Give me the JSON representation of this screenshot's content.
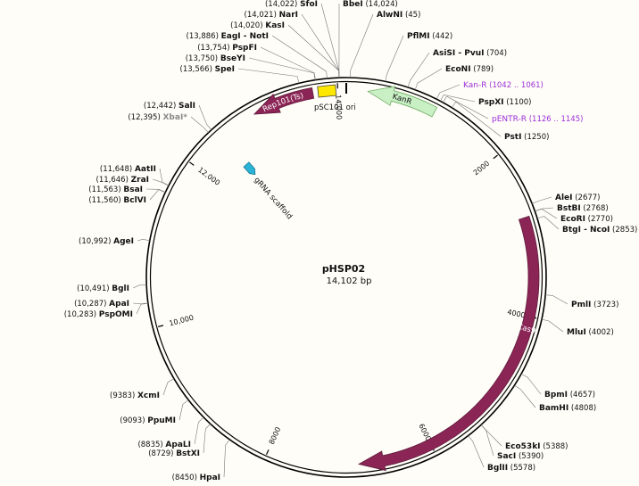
{
  "plasmid": {
    "name": "pHSP02",
    "size_label": "14,102 bp",
    "length": 14102
  },
  "colors": {
    "backbone": "#000000",
    "cas9": "#8b2556",
    "rep101": "#8b2556",
    "kanr": "#c9efc4",
    "kanr_stroke": "#6fae66",
    "psc101": "#ffe800",
    "grna": "#2bb3d8",
    "leader": "#777777"
  },
  "ticks": [
    {
      "pos": 0,
      "label": ""
    },
    {
      "pos": 2000,
      "label": "2000"
    },
    {
      "pos": 4000,
      "label": "4000"
    },
    {
      "pos": 6000,
      "label": "6000"
    },
    {
      "pos": 8000,
      "label": "8000"
    },
    {
      "pos": 10000,
      "label": "10,000"
    },
    {
      "pos": 12000,
      "label": "12,000"
    },
    {
      "pos": 14000,
      "label": "14,000"
    }
  ],
  "features": [
    {
      "id": "cas9",
      "name": "Cas9",
      "start": 2800,
      "end": 6900,
      "dir": 1,
      "type": "arc"
    },
    {
      "id": "rep101",
      "name": "Rep101(Ts)",
      "start": 12950,
      "end": 13700,
      "dir": -1,
      "type": "arc"
    },
    {
      "id": "kanr",
      "name": "KanR",
      "start": 260,
      "end": 1100,
      "dir": -1,
      "type": "arc-light"
    },
    {
      "id": "psc101",
      "name": "pSC101 ori",
      "start": 13790,
      "end": 13950,
      "dir": 0,
      "type": "box"
    },
    {
      "id": "grna",
      "name": "gRNA scaffold",
      "start": 12430,
      "end": 12520,
      "dir": -1,
      "type": "small"
    }
  ],
  "sites": [
    {
      "name": "SfoI",
      "pos": "(14,022)",
      "side": "left",
      "style": "normal"
    },
    {
      "name": "NarI",
      "pos": "(14,021)",
      "side": "left",
      "style": "normal"
    },
    {
      "name": "KasI",
      "pos": "(14,020)",
      "side": "left",
      "style": "normal"
    },
    {
      "name": "EagI - NotI",
      "pos": "(13,886)",
      "side": "left",
      "style": "normal"
    },
    {
      "name": "PspFI",
      "pos": "(13,754)",
      "side": "left",
      "style": "normal"
    },
    {
      "name": "BseYI",
      "pos": "(13,750)",
      "side": "left",
      "style": "normal"
    },
    {
      "name": "SpeI",
      "pos": "(13,566)",
      "side": "left",
      "style": "normal"
    },
    {
      "name": "SalI",
      "pos": "(12,442)",
      "side": "left",
      "style": "normal"
    },
    {
      "name": "XbaI*",
      "pos": "(12,395)",
      "side": "left",
      "style": "gray"
    },
    {
      "name": "AatII",
      "pos": "(11,648)",
      "side": "left",
      "style": "normal"
    },
    {
      "name": "ZraI",
      "pos": "(11,646)",
      "side": "left",
      "style": "normal"
    },
    {
      "name": "BsaI",
      "pos": "(11,563)",
      "side": "left",
      "style": "normal"
    },
    {
      "name": "BclVI",
      "pos": "(11,560)",
      "side": "left",
      "style": "normal"
    },
    {
      "name": "AgeI",
      "pos": "(10,992)",
      "side": "left",
      "style": "normal"
    },
    {
      "name": "BglI",
      "pos": "(10,491)",
      "side": "left",
      "style": "normal"
    },
    {
      "name": "ApaI",
      "pos": "(10,287)",
      "side": "left",
      "style": "normal"
    },
    {
      "name": "PspOMI",
      "pos": "(10,283)",
      "side": "left",
      "style": "normal"
    },
    {
      "name": "XcmI",
      "pos": "(9383)",
      "side": "left",
      "style": "normal"
    },
    {
      "name": "PpuMI",
      "pos": "(9093)",
      "side": "left",
      "style": "normal"
    },
    {
      "name": "ApaLI",
      "pos": "(8835)",
      "side": "left",
      "style": "normal"
    },
    {
      "name": "BstXI",
      "pos": "(8729)",
      "side": "left",
      "style": "normal"
    },
    {
      "name": "HpaI",
      "pos": "(8450)",
      "side": "left",
      "style": "normal"
    },
    {
      "name": "BbeI",
      "pos": "(14,024)",
      "side": "right",
      "style": "normal"
    },
    {
      "name": "AlwNI",
      "pos": "(45)",
      "side": "right",
      "style": "normal"
    },
    {
      "name": "PflMI",
      "pos": "(442)",
      "side": "right",
      "style": "normal"
    },
    {
      "name": "AsiSI - PvuI",
      "pos": "(704)",
      "side": "right",
      "style": "normal"
    },
    {
      "name": "EcoNI",
      "pos": "(789)",
      "side": "right",
      "style": "normal"
    },
    {
      "name": "Kan-R",
      "pos": "(1042 .. 1061)",
      "side": "right",
      "style": "purple"
    },
    {
      "name": "PspXI",
      "pos": "(1100)",
      "side": "right",
      "style": "normal"
    },
    {
      "name": "pENTR-R",
      "pos": "(1126 .. 1145)",
      "side": "right",
      "style": "purple"
    },
    {
      "name": "PstI",
      "pos": "(1250)",
      "side": "right",
      "style": "normal"
    },
    {
      "name": "AleI",
      "pos": "(2677)",
      "side": "right",
      "style": "normal"
    },
    {
      "name": "BstBI",
      "pos": "(2768)",
      "side": "right",
      "style": "normal"
    },
    {
      "name": "EcoRI",
      "pos": "(2770)",
      "side": "right",
      "style": "normal"
    },
    {
      "name": "BtgI - NcoI",
      "pos": "(2853)",
      "side": "right",
      "style": "normal"
    },
    {
      "name": "PmlI",
      "pos": "(3723)",
      "side": "right",
      "style": "normal"
    },
    {
      "name": "MluI",
      "pos": "(4002)",
      "side": "right",
      "style": "normal"
    },
    {
      "name": "BpmI",
      "pos": "(4657)",
      "side": "right",
      "style": "normal"
    },
    {
      "name": "BamHI",
      "pos": "(4808)",
      "side": "right",
      "style": "normal"
    },
    {
      "name": "Eco53kI",
      "pos": "(5388)",
      "side": "right",
      "style": "normal"
    },
    {
      "name": "SacI",
      "pos": "(5390)",
      "side": "right",
      "style": "normal"
    },
    {
      "name": "BglII",
      "pos": "(5578)",
      "side": "right",
      "style": "normal"
    }
  ]
}
